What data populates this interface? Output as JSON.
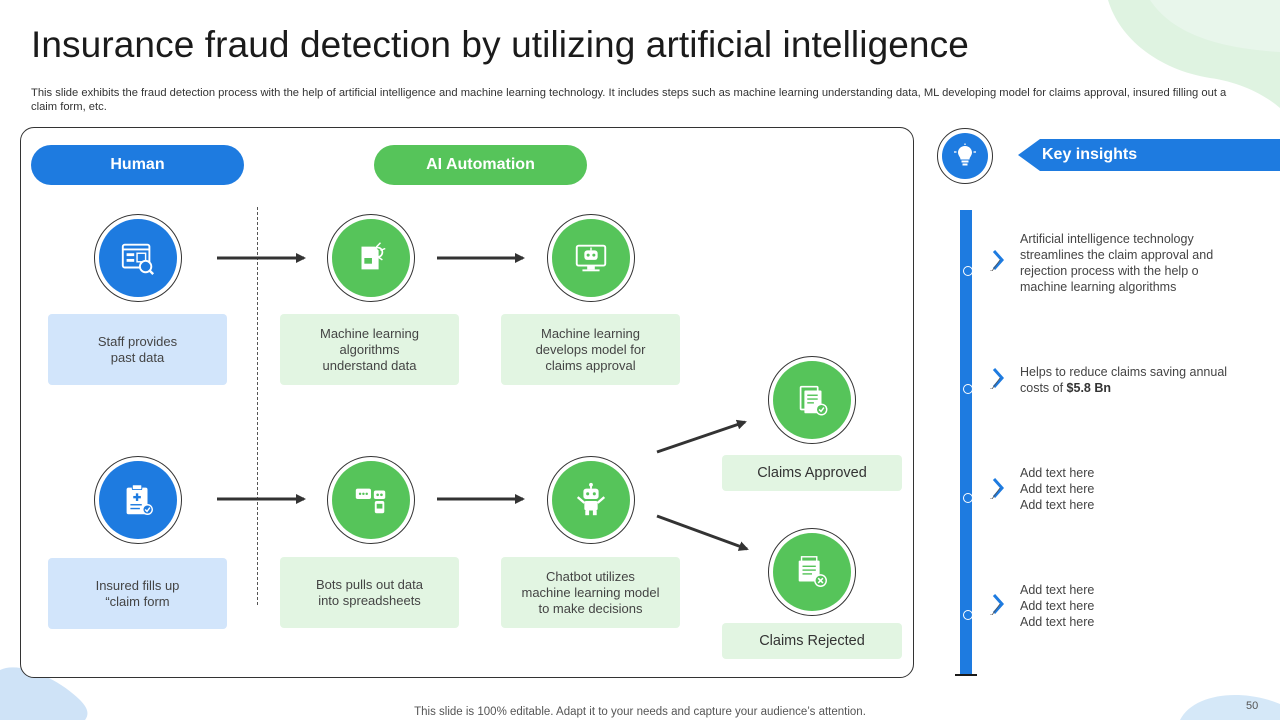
{
  "slide": {
    "title": "Insurance fraud detection by utilizing artificial intelligence",
    "subtitle": "This slide exhibits the fraud detection process with the help of artificial intelligence and machine learning technology. It includes steps such as machine learning understanding data, ML developing model for claims approval, insured filling out a claim form, etc.",
    "footer": "This slide is 100% editable. Adapt it to your needs and capture your audience’s attention.",
    "page_number": "50"
  },
  "colors": {
    "blue": "#1e7be0",
    "green": "#56c45a",
    "light_blue": "#d2e5fb",
    "light_green": "#e2f5e2"
  },
  "process": {
    "human_label": "Human",
    "ai_label": "AI Automation",
    "steps": [
      {
        "label": "Staff provides\npast data",
        "icon": "data-dashboard-icon"
      },
      {
        "label": "Machine learning\nalgorithms\nunderstand data",
        "icon": "machine-learning-icon"
      },
      {
        "label": "Machine learning\ndevelops model for\nclaims approval",
        "icon": "robot-monitor-icon"
      },
      {
        "label": "Insured fills up\n“claim form",
        "icon": "clipboard-form-icon"
      },
      {
        "label": "Bots pulls out data\ninto spreadsheets",
        "icon": "chatbot-icon"
      },
      {
        "label": "Chatbot utilizes\nmachine learning model\nto make decisions",
        "icon": "robot-icon"
      }
    ],
    "outcomes": [
      {
        "label": "Claims Approved",
        "icon": "document-approved-icon"
      },
      {
        "label": "Claims Rejected",
        "icon": "document-rejected-icon"
      }
    ]
  },
  "insights": {
    "title": "Key insights",
    "icon": "lightbulb-search-icon",
    "items": [
      {
        "text": "Artificial intelligence technology\nstreamlines the claim approval and\nrejection process with the help o\nmachine learning algorithms",
        "bold": ""
      },
      {
        "text": "Helps to reduce claims saving annual\ncosts of ",
        "bold": "$5.8 Bn"
      },
      {
        "text": "Add text here\nAdd text here\nAdd text here",
        "bold": ""
      },
      {
        "text": "Add text here\nAdd text here\nAdd text here",
        "bold": ""
      }
    ]
  }
}
